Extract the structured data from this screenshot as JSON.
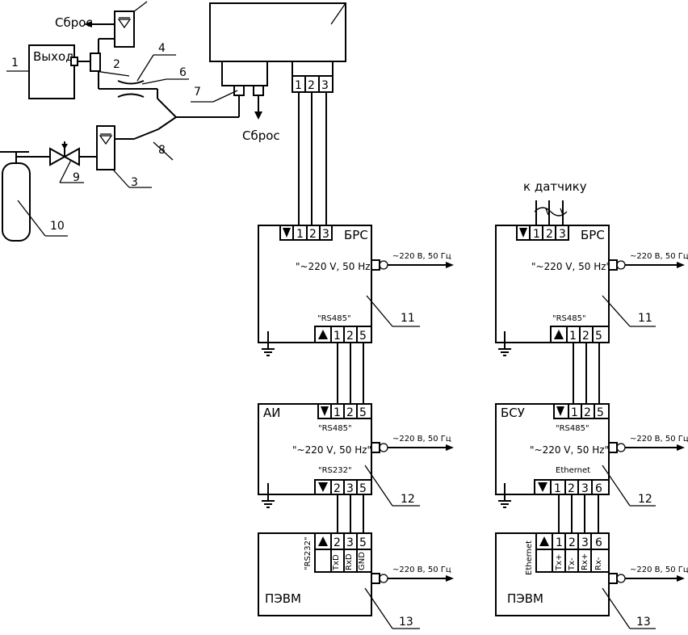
{
  "labels": {
    "reset_top": "Сброс",
    "reset_mid": "Сброс",
    "exit": "Выход",
    "to_sensor": "к датчику"
  },
  "callouts": [
    "1",
    "2",
    "3",
    "4",
    "6",
    "7",
    "8",
    "9",
    "10",
    "11",
    "11",
    "12",
    "12",
    "13",
    "13"
  ],
  "left_chain": {
    "brs": {
      "title": "БРС",
      "terminals": [
        "1",
        "2",
        "3"
      ],
      "power_label": "\"~220 V, 50 Hz\"",
      "port_label": "\"RS485\"",
      "out_terminals": [
        "1",
        "2",
        "5"
      ],
      "mains": "~220 В, 50 Гц"
    },
    "ai": {
      "title": "АИ",
      "in_terminals": [
        "1",
        "2",
        "5"
      ],
      "in_label": "\"RS485\"",
      "power_label": "\"~220 V, 50 Hz\"",
      "out_label": "\"RS232\"",
      "out_terminals": [
        "2",
        "3",
        "5"
      ],
      "mains": "~220 В, 50 Гц"
    },
    "pc": {
      "title": "ПЭВМ",
      "port_label": "\"RS232\"",
      "terminals": [
        "2",
        "3",
        "5"
      ],
      "pins": [
        "TxD",
        "RxD",
        "GND"
      ],
      "mains": "~220 В, 50 Гц"
    }
  },
  "right_chain": {
    "brs": {
      "title": "БРС",
      "terminals": [
        "1",
        "2",
        "3"
      ],
      "power_label": "\"~220 V, 50 Hz\"",
      "port_label": "\"RS485\"",
      "out_terminals": [
        "1",
        "2",
        "5"
      ],
      "mains": "~220 В, 50 Гц"
    },
    "bsu": {
      "title": "БСУ",
      "in_terminals": [
        "1",
        "2",
        "5"
      ],
      "in_label": "\"RS485\"",
      "power_label": "\"~220 V, 50 Hz\"",
      "out_label": "Ethernet",
      "out_terminals": [
        "1",
        "2",
        "3",
        "6"
      ],
      "mains": "~220 В, 50 Гц"
    },
    "pc": {
      "title": "ПЭВМ",
      "port_label": "Ethernet",
      "terminals": [
        "1",
        "2",
        "3",
        "6"
      ],
      "pins": [
        "Tx+",
        "Tx-",
        "Rx+",
        "Rx-"
      ],
      "mains": "~220 В, 50 Гц"
    }
  }
}
